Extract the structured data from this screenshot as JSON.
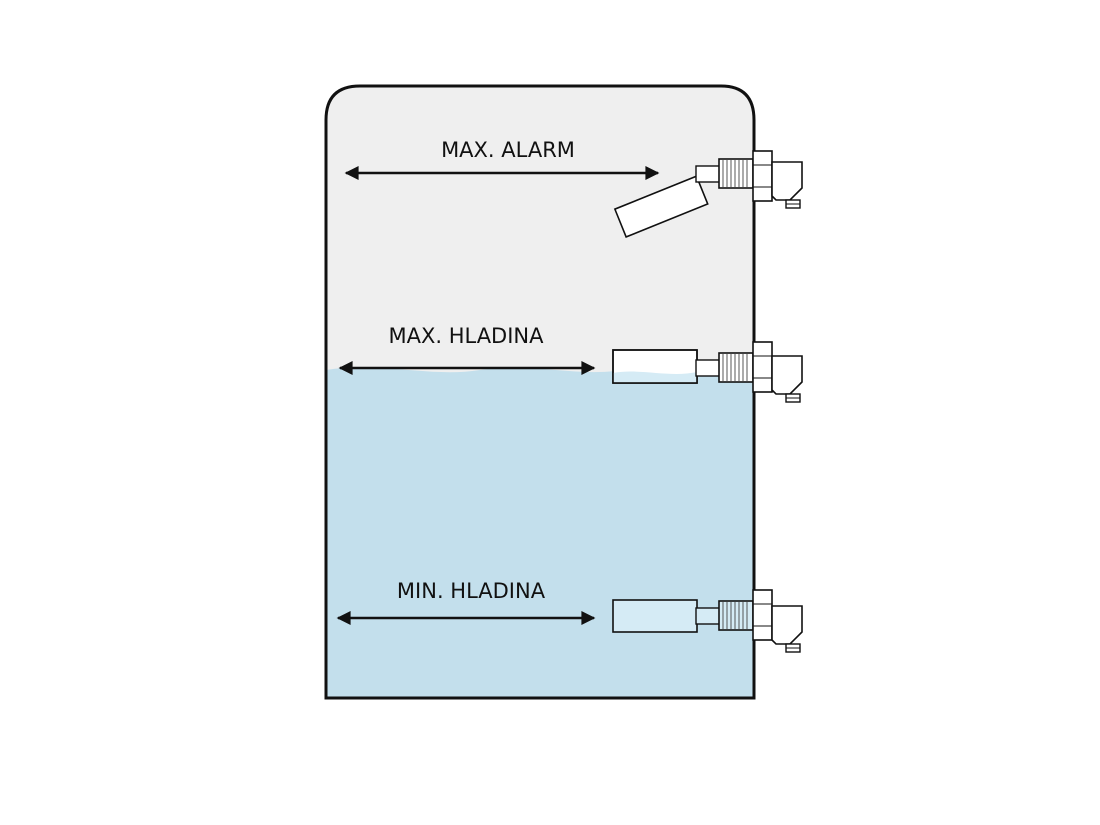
{
  "labels": {
    "max_alarm": "MAX. ALARM",
    "max_level": "MAX. HLADINA",
    "min_level": "MIN. HLADINA"
  },
  "colors": {
    "tank_air": "#efefef",
    "liquid": "#c3dfec",
    "float_dry": "#ffffff",
    "float_submerged": "#d5ebf5",
    "line": "#111111"
  },
  "icons": {
    "arrow": "double-headed-arrow",
    "switch": "float-level-switch"
  }
}
